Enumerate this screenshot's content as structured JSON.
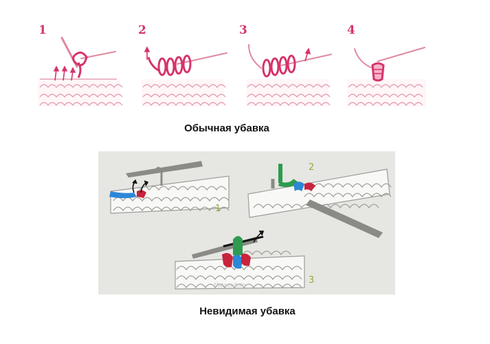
{
  "top_steps": [
    "1",
    "2",
    "3",
    "4"
  ],
  "captions": {
    "regular": "Обычная убавка",
    "invisible": "Невидимая убавка"
  },
  "panel_steps": [
    "1",
    "2",
    "3"
  ],
  "watermark": "thesout.ru",
  "colors": {
    "accent_pink": "#d6336c",
    "yarn_pink": "#e89ab0",
    "panel_bg": "#e6e6e2",
    "hook_gray": "#8a8a86",
    "green_loop": "#2e9b50",
    "blue_loop": "#2b88d8",
    "red_loop": "#c8233c"
  },
  "icons": [
    "crochet-hook-icon",
    "yarn-loop-icon",
    "arrow-icon"
  ]
}
